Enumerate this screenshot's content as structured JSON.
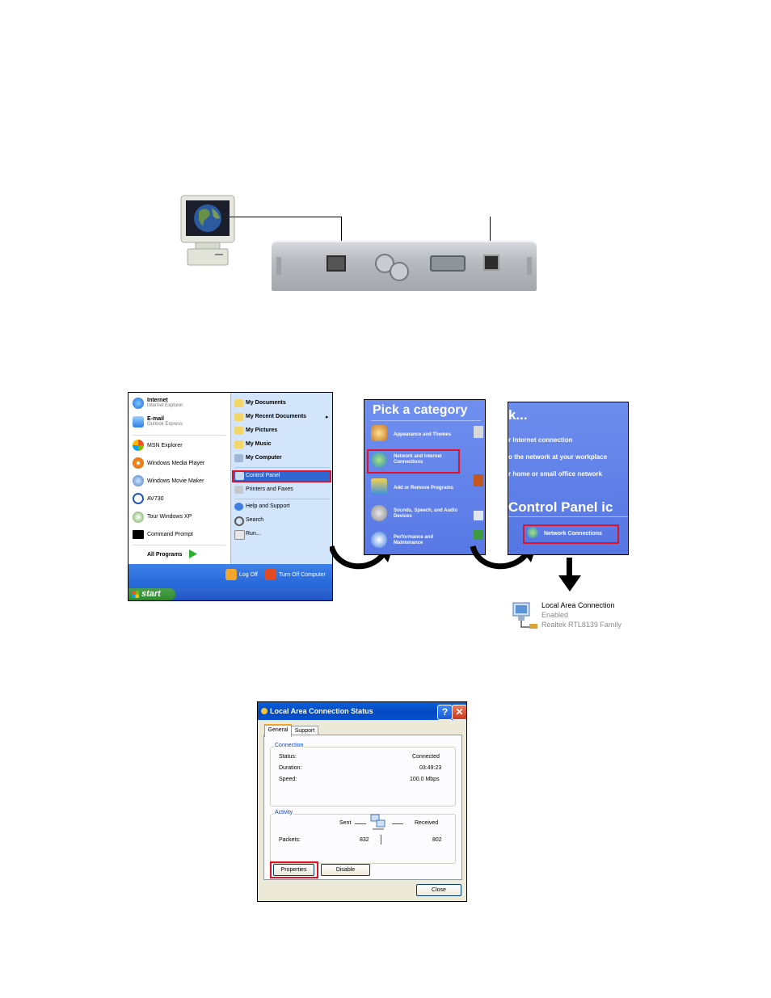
{
  "start_menu": {
    "left_items": [
      {
        "label": "Internet",
        "sub": "Internet Explorer"
      },
      {
        "label": "E-mail",
        "sub": "Outlook Express"
      },
      {
        "label": "MSN Explorer"
      },
      {
        "label": "Windows Media Player"
      },
      {
        "label": "Windows Movie Maker"
      },
      {
        "label": "AV730"
      },
      {
        "label": "Tour Windows XP"
      },
      {
        "label": "Command Prompt"
      }
    ],
    "all_programs": "All Programs",
    "right_items": [
      "My Documents",
      "My Recent Documents",
      "My Pictures",
      "My Music",
      "My Computer",
      "Control Panel",
      "Printers and Faxes",
      "Help and Support",
      "Search",
      "Run..."
    ],
    "log_off": "Log Off",
    "turn_off": "Turn Off Computer",
    "start": "start"
  },
  "category_panel": {
    "title": "Pick a category",
    "items": [
      "Appearance and Themes",
      "Network and Internet Connections",
      "Add or Remove Programs",
      "Sounds, Speech, and Audio Devices",
      "Performance and Maintenance"
    ]
  },
  "network_panel": {
    "header": "k...",
    "items": [
      "r Internet connection",
      "o the network at your workplace",
      "r home or small office network"
    ],
    "subheader": "Control Panel ic",
    "link": "Network Connections"
  },
  "lan_icon": {
    "name": "Local Area Connection",
    "status": "Enabled",
    "adapter": "Realtek RTL8139 Family"
  },
  "dialog": {
    "title": "Local Area Connection Status",
    "tabs": [
      "General",
      "Support"
    ],
    "connection_label": "Connection",
    "status_label": "Status:",
    "status_value": "Connected",
    "duration_label": "Duration:",
    "duration_value": "03:49:23",
    "speed_label": "Speed:",
    "speed_value": "100.0 Mbps",
    "activity_label": "Activity",
    "sent_label": "Sent",
    "received_label": "Received",
    "packets_label": "Packets:",
    "packets_sent": "832",
    "packets_received": "802",
    "properties_button": "Properties",
    "disable_button": "Disable",
    "close_button": "Close"
  },
  "colors": {
    "highlight": "#e0122a",
    "xp_blue": "#2464d6",
    "category_blue": "#5879e5"
  }
}
